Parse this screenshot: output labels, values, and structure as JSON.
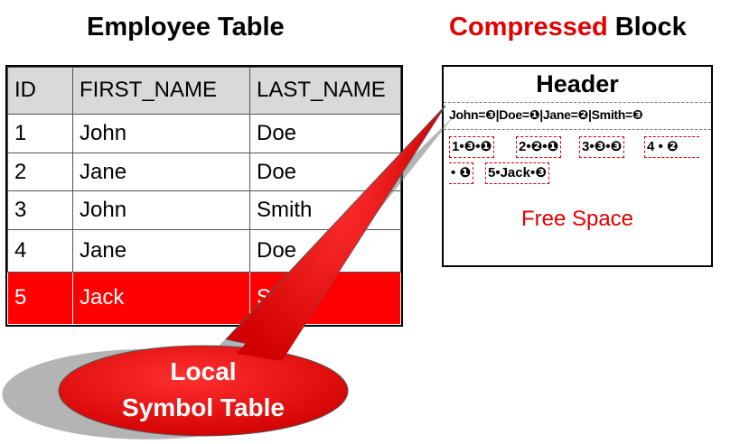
{
  "titles": {
    "employee": "Employee Table",
    "block_accent": "Compressed",
    "block_rest": " Block"
  },
  "table": {
    "headers": [
      "ID",
      "FIRST_NAME",
      "LAST_NAME"
    ],
    "rows": [
      [
        "1",
        "John",
        "Doe"
      ],
      [
        "2",
        "Jane",
        "Doe"
      ],
      [
        "3",
        "John",
        "Smith"
      ],
      [
        "4",
        "Jane",
        "Doe"
      ],
      [
        "5",
        "Jack",
        "Sm"
      ]
    ],
    "highlight_row_color": "#ff0000"
  },
  "block": {
    "header": "Header",
    "symbol_table": "John=❸|Doe=❶|Jane=❷|Smith=❸",
    "rows": [
      "1•❸•❶",
      "2•❷•❶",
      "3•❸•❸",
      "4 • ❷",
      "• ❶",
      "5•Jack•❸"
    ],
    "free_space": "Free Space"
  },
  "callout": {
    "line1": "Local",
    "line2": "Symbol Table",
    "color": "#e00000"
  }
}
